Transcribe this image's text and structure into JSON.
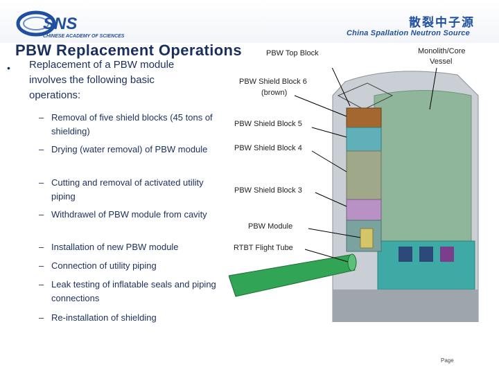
{
  "header": {
    "logo_text": "SNS",
    "logo_subtext": "CHINESE ACADEMY OF SCIENCES",
    "cn_title": "散裂中子源",
    "en_title": "China Spallation Neutron Source"
  },
  "slide": {
    "title": "PBW Replacement Operations",
    "bullet": "Replacement of a PBW module involves the following basic operations:",
    "sub_items": [
      "Removal of five shield blocks (45 tons of shielding)",
      "Drying (water removal) of PBW module",
      "Cutting and removal of activated utility piping",
      "Withdrawel of PBW module from cavity",
      "Installation of new PBW module",
      "Connection of utility piping",
      "Leak testing of inflatable seals and piping connections",
      "Re-installation of shielding"
    ],
    "dash": "–",
    "bullet_mark": "•"
  },
  "figure_labels": {
    "top_block": "PBW Top Block",
    "monolith_line1": "Monolith/Core",
    "monolith_line2": "Vessel",
    "shield6_line1": "PBW Shield Block 6",
    "shield6_line2": "(brown)",
    "shield5": "PBW Shield Block 5",
    "shield4": "PBW Shield Block 4",
    "shield3": "PBW Shield Block 3",
    "module": "PBW Module",
    "flight_tube": "RTBT Flight Tube"
  },
  "footer": {
    "page": "Page"
  },
  "colors": {
    "accent": "#1f4f9e",
    "teal": "#3fa9a5",
    "green": "#8fb59a",
    "brown": "#a3672f"
  }
}
